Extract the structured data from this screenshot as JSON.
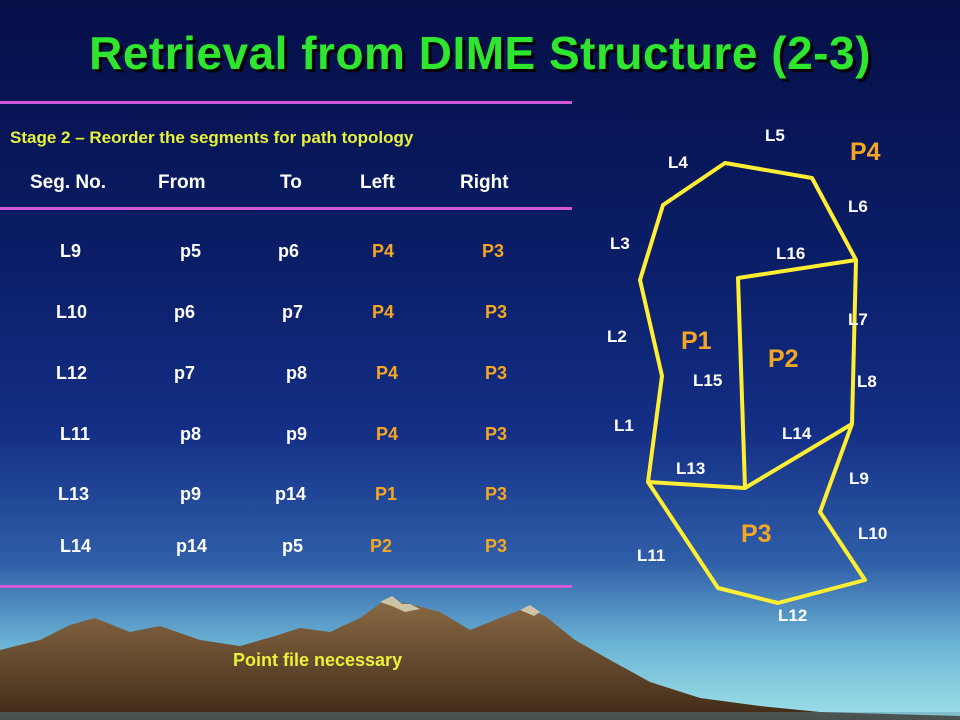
{
  "title": "Retrieval from DIME Structure (2-3)",
  "stage": "Stage 2 – Reorder the segments for path topology",
  "headers": [
    "Seg. No.",
    "From",
    "To",
    "Left",
    "Right"
  ],
  "rows": [
    [
      "L9",
      "p5",
      "p6",
      "P4",
      "P3"
    ],
    [
      "L10",
      "p6",
      "p7",
      "P4",
      "P3"
    ],
    [
      "L12",
      "p7",
      "p8",
      "P4",
      "P3"
    ],
    [
      "L11",
      "p8",
      "p9",
      "P4",
      "P3"
    ],
    [
      "L13",
      "p9",
      "p14",
      "P1",
      "P3"
    ],
    [
      "L14",
      "p14",
      "p5",
      "P2",
      "P3"
    ]
  ],
  "diagram": {
    "line_labels": [
      "L1",
      "L2",
      "L3",
      "L4",
      "L5",
      "L6",
      "L7",
      "L8",
      "L9",
      "L10",
      "L11",
      "L12",
      "L13",
      "L14",
      "L15",
      "L16"
    ],
    "polygon_labels": [
      "P1",
      "P2",
      "P3",
      "P4"
    ]
  },
  "note": "Point file necessary",
  "colors": {
    "title": "#2ee62e",
    "highlight": "#f5a623",
    "stage_text": "#e8f23a",
    "rule": "#d05ad8",
    "outline": "#ffee33"
  }
}
